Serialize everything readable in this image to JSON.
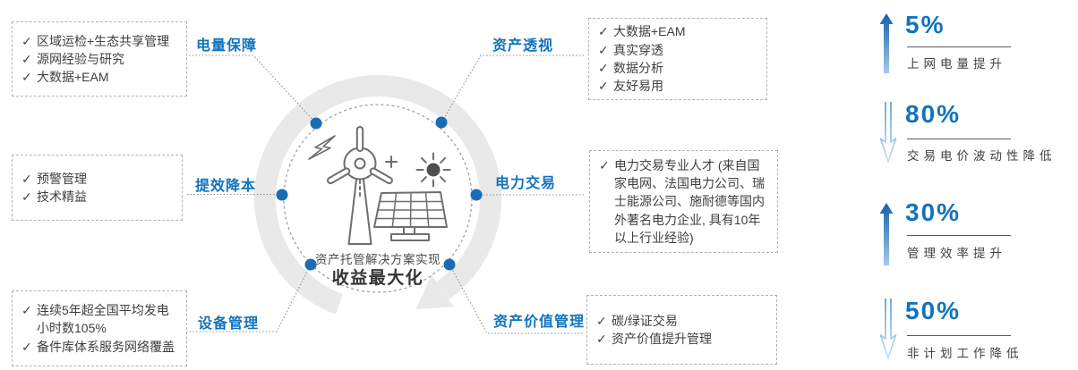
{
  "colors": {
    "accent_blue": "#1173bd",
    "stat_blue": "#1273bc",
    "dot_blue": "#1b6cb5",
    "ring_gray": "#e9e9e9",
    "text_dark": "#3f3f3f"
  },
  "center": {
    "caption": "资产托管解决方案实现",
    "headline": "收益最大化"
  },
  "categories": [
    {
      "label": "电量保障",
      "items": [
        "区域运检+生态共享管理",
        "源网经验与研究",
        "大数据+EAM"
      ]
    },
    {
      "label": "提效降本",
      "items": [
        "预警管理",
        "技术精益"
      ]
    },
    {
      "label": "设备管理",
      "items": [
        "连续5年超全国平均发电小时数105%",
        "备件库体系服务网络覆盖"
      ]
    },
    {
      "label": "资产透视",
      "items": [
        "大数据+EAM",
        "真实穿透",
        "数据分析",
        "友好易用"
      ]
    },
    {
      "label": "电力交易",
      "items": [
        "电力交易专业人才 (来自国家电网、法国电力公司、瑞士能源公司、施耐德等国内外著名电力企业, 具有10年以上行业经验)"
      ]
    },
    {
      "label": "资产价值管理",
      "items": [
        "碳/绿证交易",
        "资产价值提升管理"
      ]
    }
  ],
  "stats": [
    {
      "value": "5%",
      "direction": "up",
      "label": "上网电量提升"
    },
    {
      "value": "80%",
      "direction": "down",
      "label": "交易电价波动性降低"
    },
    {
      "value": "30%",
      "direction": "up",
      "label": "管理效率提升"
    },
    {
      "value": "50%",
      "direction": "down",
      "label": "非计划工作降低"
    }
  ]
}
